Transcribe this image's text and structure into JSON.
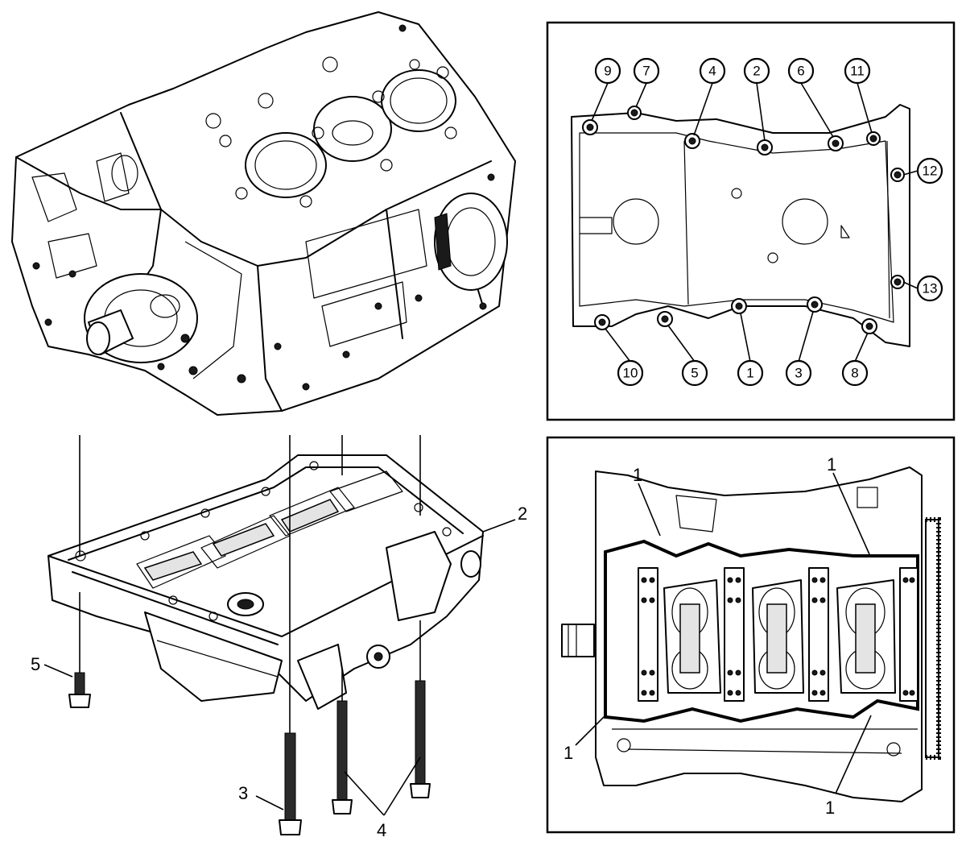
{
  "exploded_view": {
    "callouts": {
      "oil_pan": "2",
      "short_bolt": "5",
      "long_bolt": "3",
      "long_bolts_pair": "4"
    }
  },
  "torque_sequence_view": {
    "numbers": [
      "1",
      "2",
      "3",
      "4",
      "5",
      "6",
      "7",
      "8",
      "9",
      "10",
      "11",
      "12",
      "13"
    ]
  },
  "sealant_view": {
    "callouts": {
      "top_left": "1",
      "top_right": "1",
      "bottom_left": "1",
      "bottom_right": "1"
    }
  }
}
